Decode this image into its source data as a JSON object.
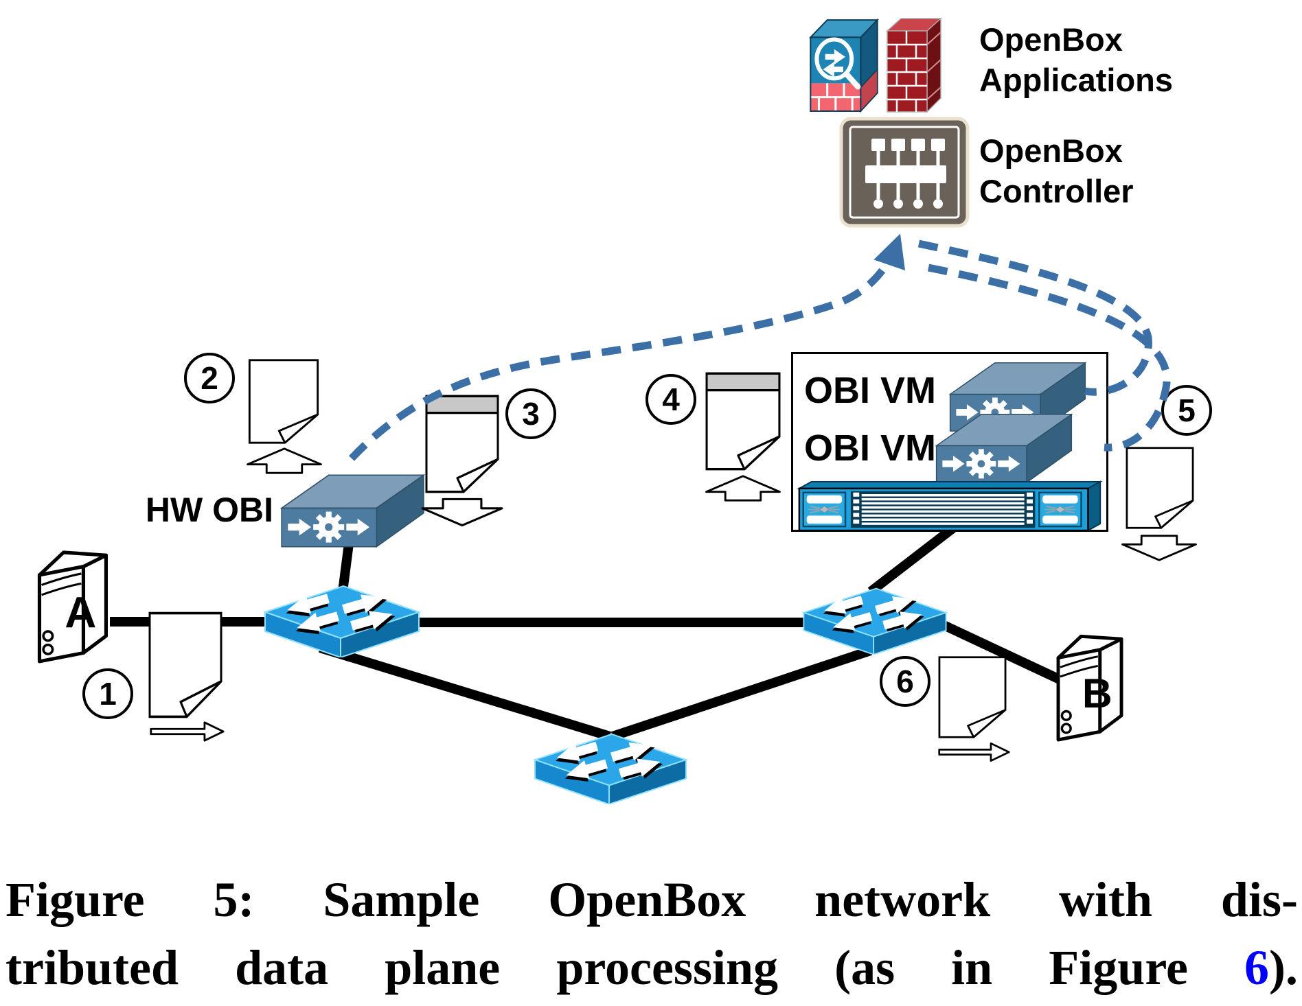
{
  "apps": {
    "label_line1": "OpenBox",
    "label_line2": "Applications"
  },
  "controller": {
    "label_line1": "OpenBox",
    "label_line2": "Controller"
  },
  "hw_obi": {
    "label": "HW OBI"
  },
  "obi_server": {
    "vm1": "OBI VM",
    "vm2": "OBI VM"
  },
  "hosts": {
    "a": "A",
    "b": "B"
  },
  "packets": [
    {
      "number": "1",
      "arrow": "right",
      "has_header": false
    },
    {
      "number": "2",
      "arrow": "up",
      "has_header": false
    },
    {
      "number": "3",
      "arrow": "down",
      "has_header": true
    },
    {
      "number": "4",
      "arrow": "up",
      "has_header": true
    },
    {
      "number": "5",
      "arrow": "down",
      "has_header": false
    },
    {
      "number": "6",
      "arrow": "right",
      "has_header": false
    }
  ],
  "caption": {
    "line1_words": [
      "Figure",
      "5:",
      "Sample",
      "OpenBox",
      "network",
      "with",
      "dis-"
    ],
    "line2_words": [
      "tributed",
      "data",
      "plane",
      "processing",
      "(as",
      "in",
      "Figure"
    ],
    "figure_ref": "6",
    "line2_end": ")."
  },
  "colors": {
    "control_channel_dashed": "#3C6FA5",
    "switch_blue": "#1B9DE2",
    "obi_device_blue": "#4E7BA0",
    "controller_taupe": "#6A6158",
    "firewall_brick_red": "#A01B21",
    "dpi_cube_blue": "#1E84B4",
    "rack_cyan": "#1BA0DC",
    "packet_header_gray": "#C8C8C8",
    "figure_link_blue": "#0000FF"
  }
}
